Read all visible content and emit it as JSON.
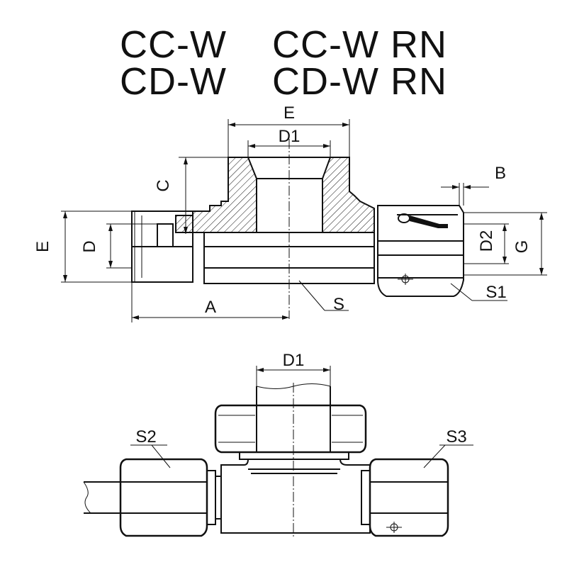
{
  "title": {
    "line1": "CC-W    CC-W RN",
    "line2": "CD-W    CD-W RN"
  },
  "labels": {
    "E_top": "E",
    "D1_top": "D1",
    "C": "C",
    "E_left": "E",
    "D": "D",
    "A": "A",
    "S": "S",
    "B": "B",
    "D2": "D2",
    "G": "G",
    "S1": "S1",
    "D1_bottom": "D1",
    "S2": "S2",
    "S3": "S3"
  }
}
